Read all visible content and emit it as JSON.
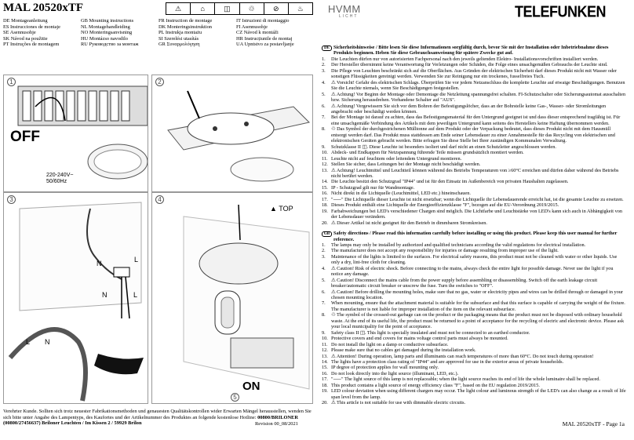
{
  "header": {
    "model": "MAL 20520xTF",
    "brand_left": "HVMM",
    "brand_left_sub": "LICHT",
    "brand_right": "TELEFUNKEN"
  },
  "languages": [
    "DE Montageanleitung",
    "GB Mounting instructions",
    "FR Instruction de montage",
    "IT Istruzioni di montaggio",
    "ES Instrucciones de montaje",
    "NL Montagehandleiding",
    "DK Monteringsinstruktion",
    "FI Asennusohje",
    "SE Asennusohje",
    "NO Monteringsanvisning",
    "PL Instrukja montażu",
    "CZ Návod k montáži",
    "SK Návod na použitie",
    "HU Montázso navodilo",
    "SI Szerelési utasítás",
    "HR Instrucțiunile de montaj",
    "PT Instruções de montagem",
    "RU Руководство за монтаж",
    "GR Συναρμολόγηση",
    "UA Upntstvo za postavljanje"
  ],
  "diagrams": {
    "p1": "1",
    "p2": "2",
    "p3": "3",
    "p4": "4",
    "p5": "5",
    "off_label": "OFF",
    "on_label": "ON",
    "voltage_line1": "220-240V~",
    "voltage_line2": "50/60Hz",
    "top_label": "TOP",
    "n1": "N",
    "l1": "L",
    "n2": "N",
    "l2": "L",
    "l3": "L",
    "n3": "N"
  },
  "footer": {
    "text": "Verehrter Kunde. Sollten sich trotz neuester Fabrikationsmethoden und genauesten Qualitätskontrollen wider Erwarten Mängel herausstellen, wenden Sie sich bitte unter Angabe des Lampentyps, des Kaufortes und der Artikelnummer des Produktes an folgende kostenlose Hotline:",
    "hotline": "00800/BRILONER (00800/27456637) Briloner Leuchten / Im Kissen 2 / 59929 Brilon",
    "revision": "Revision 00_08/2021",
    "page": "MAL 20520xTF - Page 1a"
  },
  "de": {
    "flag": "DE",
    "heading": "Sicherheitshinweise / Bitte lesen Sie diese Informationen sorgfältig durch, bevor Sie mit der Installation oder Inbetriebnahme dieses Produkts beginnen. Heben Sie diese Gebrauchsanweisung für spätere Zwecke gut auf.",
    "items": [
      {
        "n": "1.",
        "t": "Die Leuchten dürfen nur von autorisierten Fachpersonal nach den jeweils geltenden Elektro- Installationsvorschriften installiert werden."
      },
      {
        "n": "2.",
        "t": "Der Hersteller übernimmt keine Verantwortung für Verletzungen oder Schäden, die Folge eines unsachgemäßen Gebrauchs der Leuchte sind."
      },
      {
        "n": "3.",
        "t": "Die Pflege von Leuchten beschränkt sich auf die Oberflächen. Aus Gründen der elektrischen Sicherheit darf dieses Produkt nicht mit Wasser oder sonstigen Flüssigkeiten gereinigt werden. Verwenden Sie zur Reinigung nur ein trockenes, fusselfreies Tuch."
      },
      {
        "n": "4.",
        "t": "⚠ Vorsicht! Gefahr des elektrischen Schlags. Überprüfen Sie vor jedem Netzanschluss die komplette Leuchte auf etwaige Beschädigungen. Benutzen Sie die Leuchte niemals, wenn Sie Beschädigungen festgestellen."
      },
      {
        "n": "5.",
        "t": "⚠ Achtung! Vor Beginn der Montage oder Demontage die Netzleitung spannungsfrei schalten. FI-Schutzschalter oder Sicherungsautomat ausschalten bzw. Sicherung herausdrehen. Vorhandene Schalter auf \"AUS\"."
      },
      {
        "n": "6.",
        "t": "⚠ Achtung! Vergewissern Sie sich vor dem Bohren der Befestigungslöcher, dass an der Bohrstelle keine Gas-, Wasser- oder Stromleitungen angebracht oder beschädigt werden können."
      },
      {
        "n": "7.",
        "t": "Bei der Montage ist darauf zu achten, dass das Befestigungsmaterial für den Untergrund geeignet ist und dass dieser entsprechend tragfähig ist. Für eine unsachgemäße Verbindung des Artikels mit dem jeweiligen Untergrund kann seitens des Herstellers keine Haftung übernommen werden."
      },
      {
        "n": "8.",
        "t": "♲ Das Symbol der durchgestrichenen Mülltonne auf dem Produkt oder der Verpackung bedeutet, dass dieses Produkt nicht mit dem Hausmüll entsorgt werden darf. Das Produkt muss stattdessen am Ende seiner Lebensdauer zu einer Annahmestelle für das Recycling von elektrischen und elektronischen Geräten gebracht werden. Bitte erfragen Sie diese Stelle bei Ihrer zuständigen Kommunalen Verwaltung."
      },
      {
        "n": "9.",
        "t": "Schutzklasse II ◫. Diese Leuchte ist besonders isoliert und darf nicht an einen Schutzleiter angeschlossen werden."
      },
      {
        "n": "10.",
        "t": "Abdeck- und Endkappen für Netzspannung führende Teile müssen grundsätzlich montiert werden."
      },
      {
        "n": "11.",
        "t": "Leuchte nicht auf feuchtem oder leitendem Untergrund montieren."
      },
      {
        "n": "12.",
        "t": "Stellen Sie sicher, dass Leitungen bei der Montage nicht beschädigt werden."
      },
      {
        "n": "13.",
        "t": "⚠ Achtung! Leuchtmittel und Leuchtteil können während des Betriebs Temperaturen von ≥60°C erreichen und dürfen daher während des Betriebs nicht berührt werden."
      },
      {
        "n": "14.",
        "t": "Die Leuchte besitzt den Schutzgrad \"IP44\" und ist für den Einsatz im Außenbereich von privaten Haushalten zugelassen."
      },
      {
        "n": "15.",
        "t": "IP - Schutzgrad gilt nur für Wandmontage."
      },
      {
        "n": "16.",
        "t": "Nicht direkt in die Lichtquelle (Leuchtmittel, LED etc.) hineinschauen."
      },
      {
        "n": "17.",
        "t": "\"⸺\" Die Lichtquelle dieser Leuchte ist nicht ersetzbar; wenn die Lichtquelle ihr Lebensdauerende erreicht hat, ist die gesamte Leuchte zu ersetzen."
      },
      {
        "n": "18.",
        "t": "Dieses Produkt enthält eine Lichtquelle der Energieeffizienzklasse \"F\", bezogen auf die EU-Verordnung 2019/2015."
      },
      {
        "n": "19.",
        "t": "Farbabweichungen bei LED's verschiedener Chargen sind möglich. Die Lichtfarbe und Leuchtstärke von LED's kann sich auch in Abhängigkeit von der Lebensdauer verändern."
      },
      {
        "n": "20.",
        "t": "⚠ Dieser Artikel ist nicht geeignet für den Betrieb in dimmbaren Stromkreisen."
      }
    ]
  },
  "gb": {
    "flag": "GB",
    "heading": "Safety directions / Please read this information carefully before installing or using this product. Please keep this user manual for further reference.",
    "items": [
      {
        "n": "1.",
        "t": "The lamps may only be installed by authorized and qualified technicians according the valid regulations for electrical installation."
      },
      {
        "n": "2.",
        "t": "The manufacturer does not accept any responsibility for injuries or damage resulting from improper use of the light."
      },
      {
        "n": "3.",
        "t": "Maintenance of the lights is limited to the surfaces. For electrical safety reasons, this product must not be cleaned with water or other liquids. Use only a dry, lint-free cloth for cleaning."
      },
      {
        "n": "4.",
        "t": "⚠ Caution! Risk of electric shock. Before connecting to the mains, always check the entire light for possible damage. Never use the light if you notice any damage."
      },
      {
        "n": "5.",
        "t": "⚠ Caution! Disconnect the mains cable from the power supply before assembling or disassembling. Switch off the earth leakage circuit breaker/automatic circuit breaker or unscrew the fuse. Turn the switches to \"OFF\"."
      },
      {
        "n": "6.",
        "t": "⚠ Caution! Before drilling the mounting holes, make sure that no gas, water or electricity pipes and wires can be drilled through or damaged in your chosen mounting location."
      },
      {
        "n": "7.",
        "t": "When mounting, ensure that the attachment material is suitable for the subsurface and that this surface is capable of carrying the weight of the fixture. The manufacturer is not liable for improper installation of the item on the relevant subsurface."
      },
      {
        "n": "8.",
        "t": "♲ The symbol of the crossed-out garbage can on the product or the packaging means that the product must not be disposed with ordinary household waste. At the end of its useful life, the product must be returned to a point of acceptance for the recycling of electric and electronic device. Please ask your local municipality for the point of acceptance."
      },
      {
        "n": "9.",
        "t": "Safety class II ◫. This light is specially insulated and must not be connected to an earthed conductor."
      },
      {
        "n": "10.",
        "t": "Protective covers and end covers for mains voltage control parts must always be mounted."
      },
      {
        "n": "11.",
        "t": "Do not install the light on a damp or conductive subsurface."
      },
      {
        "n": "12.",
        "t": "Please make sure that no cables get damaged during the installation work."
      },
      {
        "n": "13.",
        "t": "⚠ Attention! During operation, lamp parts and illuminants can reach temperatures of more than 60°C. Do not touch during operation!"
      },
      {
        "n": "14.",
        "t": "The lights have a protection class rating of \"IP44\" and are approved for use in the exterior areas of private households."
      },
      {
        "n": "15.",
        "t": "IP degree of protection applies for wall mounting only."
      },
      {
        "n": "16.",
        "t": "Do not look directly into the light source (illuminant, LED, etc.)."
      },
      {
        "n": "17.",
        "t": "\"⸺\" The light source of this lamp is not replaceable; when the light source reaches its end of life the whole luminaire shall be replaced."
      },
      {
        "n": "18.",
        "t": "This product contains a light source of energy efficiency class \"F\", based on the EU regulation 2019/2015."
      },
      {
        "n": "19.",
        "t": "LED colour deviation when using different chargers may occur. The light colour and luminous strength of the LED's can also change as a result of life span level from the lamp."
      },
      {
        "n": "20.",
        "t": "⚠ This article is not suitable for use with dimmable electric circuits."
      }
    ]
  }
}
